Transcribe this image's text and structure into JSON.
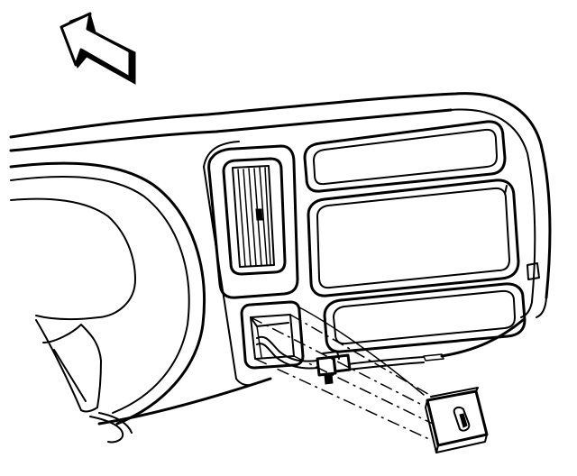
{
  "diagram": {
    "parts": [
      {
        "name": "direction-arrow",
        "shape": "arrow",
        "fill": "#000000"
      },
      {
        "name": "instrument-panel",
        "shape": "outline"
      },
      {
        "name": "cluster-bezel",
        "shape": "outline"
      },
      {
        "name": "air-vent",
        "shape": "louvered-vent"
      },
      {
        "name": "radio-opening-upper",
        "shape": "rounded-rect"
      },
      {
        "name": "radio-opening-middle",
        "shape": "rounded-rect"
      },
      {
        "name": "radio-opening-lower",
        "shape": "rounded-rect"
      },
      {
        "name": "switch-opening",
        "shape": "rect"
      },
      {
        "name": "wiring-harness",
        "shape": "wire"
      },
      {
        "name": "electrical-connector",
        "shape": "connector"
      },
      {
        "name": "switch-module",
        "shape": "box"
      },
      {
        "name": "installation-guide-lines",
        "shape": "dashed-lines"
      }
    ],
    "colors": {
      "line": "#000000",
      "background": "#ffffff"
    }
  }
}
